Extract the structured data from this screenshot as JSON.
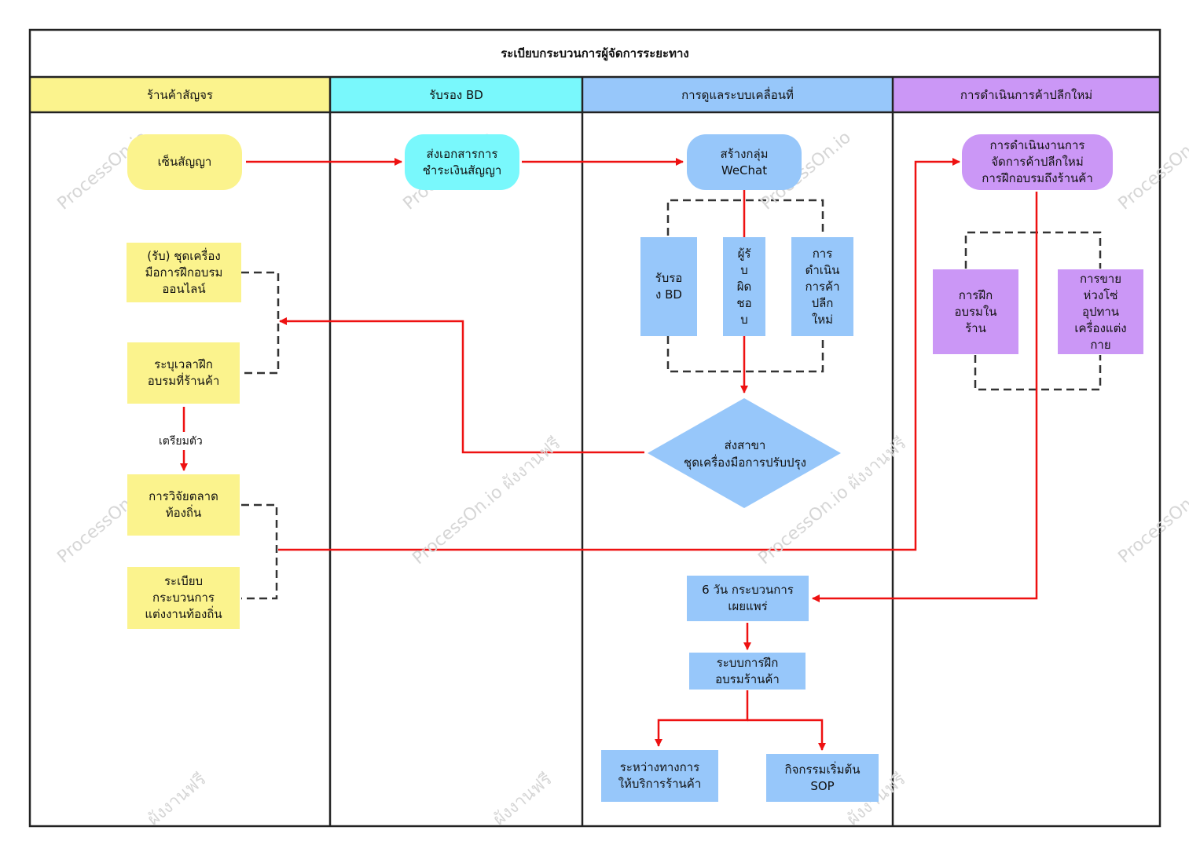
{
  "title": "ระเบียบกระบวนการผู้จัดการระยะทาง",
  "lanes": [
    {
      "label": "ร้านค้าสัญจร"
    },
    {
      "label": "รับรอง BD"
    },
    {
      "label": "การดูแลระบบเคลื่อนที่"
    },
    {
      "label": "การดำเนินการค้าปลีกใหม่"
    }
  ],
  "nodes": {
    "sign_contract": "เซ็นสัญญา",
    "receive_kit": "(รับ) ชุดเครื่อง\nมือการฝึกอบรม\nออนไลน์",
    "schedule_training": "ระบุเวลาฝึก\nอบรมที่ร้านค้า",
    "market_research": "การวิจัยตลาด\nท้องถิ่น",
    "local_process": "ระเบียบ\nกระบวนการ\nแต่งงานท้องถิ่น",
    "send_payment_docs": "ส่งเอกสารการ\nชำระเงินสัญญา",
    "create_wechat": "สร้างกลุ่ม\nWeChat",
    "bd_cert": "รับรอ\nง BD",
    "person_in_charge": "ผู้รั\nบ\nผิด\nชอ\nบ",
    "new_retail_ops_short": "การ\nดำเนิน\nการค้า\nปลีก\nใหม่",
    "six_day_process": "6 วัน กระบวนการ\nเผยแพร่",
    "store_training_system": "ระบบการฝึก\nอบรมร้านค้า",
    "store_service": "ระหว่างทางการ\nให้บริการร้านค้า",
    "sop_start": "กิจกรรมเริ่มต้น\nSOP",
    "retail_management": "การดำเนินงานการ\nจัดการค้าปลีกใหม่\nการฝึกอบรมถึงร้านค้า",
    "in_store_training": "การฝึก\nอบรมใน\nร้าน",
    "sales_supplies": "การขาย\nห่วงโซ่\nอุปทาน\nเครื่องแต่ง\nกาย"
  },
  "diamond": {
    "line1": "ส่งสาขา",
    "line2": "ชุดเครื่องมือการปรับปรุง"
  },
  "edge_labels": {
    "prepare": "เตรียมตัว"
  },
  "watermarks": [
    "ProcessOn.io",
    "ProcessOn.io ผังงานฟรี",
    "ผังงานฟรี"
  ],
  "colors": {
    "yellow": "#fbf38d",
    "cyan": "#79f8fc",
    "blue": "#97c7fa",
    "purple": "#cb97f6",
    "arrow": "#ee1111"
  }
}
